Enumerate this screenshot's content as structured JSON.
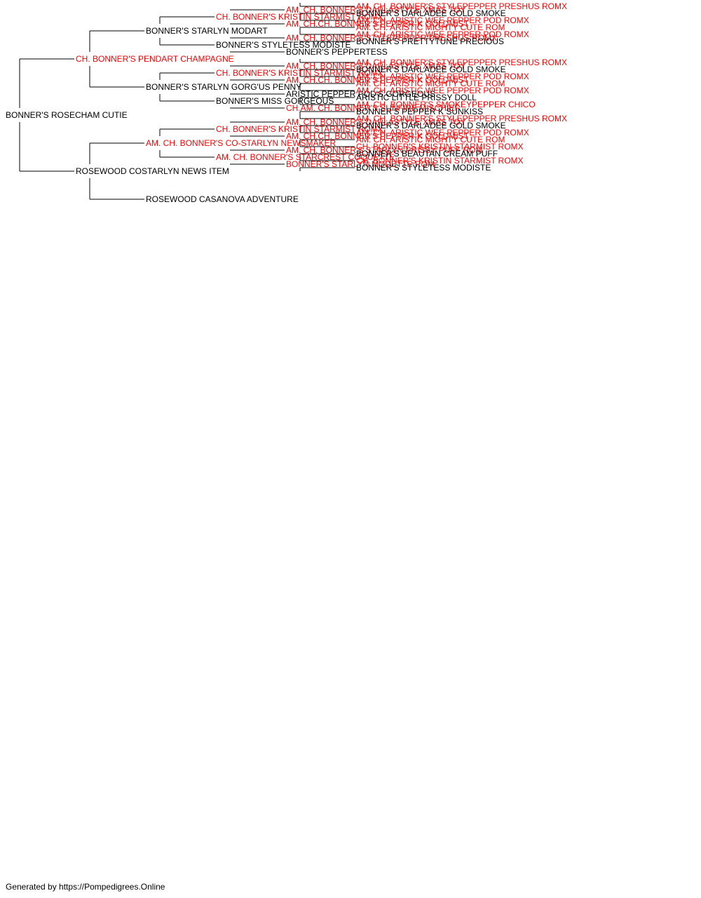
{
  "colors": {
    "champion": "#ff0000",
    "normal": "#000000",
    "line": "#000000"
  },
  "pedigree": {
    "name": "BONNER'S ROSECHAM CUTIE",
    "champion": false,
    "sire": {
      "name": "CH. BONNER'S PENDART CHAMPAGNE",
      "champion": true,
      "sire": {
        "name": "BONNER'S STARLYN MODART",
        "champion": false,
        "sire": {
          "name": "CH. BONNER'S KRISTIN STARMIST ROMX",
          "champion": true,
          "sire": {
            "name": "AM. CH. BONNER'S DARLASTYLE XMAS TOY",
            "champion": true,
            "sire": {
              "name": "AM. CH. BONNER'S STYLEPEPPER PRESHUS ROMX",
              "champion": true
            },
            "dam": {
              "name": "BONNER'S DARLADEE GOLD SMOKE",
              "champion": false
            }
          },
          "dam": {
            "name": "AM. CH.CH. BONNER'S PEPPER-K GOLDMIST",
            "champion": true,
            "sire": {
              "name": "AM. CH. ARISTIC WEE PEPPER POD ROMX",
              "champion": true
            },
            "dam": {
              "name": "AM. CH. ARISTIC MIGHTY CUTE ROM",
              "champion": true
            }
          }
        },
        "dam": {
          "name": "BONNER'S STYLETESS MODISTE",
          "champion": false,
          "sire": {
            "name": "AM. CH. BONNER'S STYLEPEPPER PRESHUS ROMX",
            "champion": true,
            "sire": {
              "name": "AM. CH. ARISTIC WEE PEPPER POD ROMX",
              "champion": true
            },
            "dam": {
              "name": "BONNER'S PRETTYTUNE PRECIOUS",
              "champion": false
            }
          },
          "dam": {
            "name": "BONNER'S PEPPERTESS",
            "champion": false
          }
        }
      },
      "dam": {
        "name": "BONNER'S STARLYN GORG'US PENNY",
        "champion": false,
        "sire": {
          "name": "CH. BONNER'S KRISTIN STARMIST ROMX",
          "champion": true,
          "sire": {
            "name": "AM. CH. BONNER'S DARLASTYLE XMAS TOY",
            "champion": true,
            "sire": {
              "name": "AM. CH. BONNER'S STYLEPEPPER PRESHUS ROMX",
              "champion": true
            },
            "dam": {
              "name": "BONNER'S DARLADEE GOLD SMOKE",
              "champion": false
            }
          },
          "dam": {
            "name": "AM. CH.CH. BONNER'S PEPPER-K GOLDMIST",
            "champion": true,
            "sire": {
              "name": "AM. CH. ARISTIC WEE PEPPER POD ROMX",
              "champion": true
            },
            "dam": {
              "name": "AM. CH. ARISTIC MIGHTY CUTE ROM",
              "champion": true
            }
          }
        },
        "dam": {
          "name": "BONNER'S MISS GORGEOUS",
          "champion": false,
          "sire": {
            "name": "ARISTIC PEPPER POD'S GORGEOUS",
            "champion": false,
            "sire": {
              "name": "AM. CH. ARISTIC WEE PEPPER POD ROMX",
              "champion": true
            },
            "dam": {
              "name": "ARISTIC LITTLE PRISSY DOLL",
              "champion": false
            }
          },
          "dam": {
            "name": "CH.AM. CH. BONNER'S SUNFIRE MISCHIEF",
            "champion": true,
            "sire": {
              "name": "AM. CH. BONNER'S SMOKEYPEPPER CHICO",
              "champion": true
            },
            "dam": {
              "name": "BONNER'S PEPPER K SUNKISS",
              "champion": false
            }
          }
        }
      }
    },
    "dam": {
      "name": "ROSEWOOD COSTARLYN NEWS ITEM",
      "champion": false,
      "sire": {
        "name": "AM. CH. BONNER'S CO-STARLYN NEWSMAKER",
        "champion": true,
        "sire": {
          "name": "CH. BONNER'S KRISTIN STARMIST ROMX",
          "champion": true,
          "sire": {
            "name": "AM. CH. BONNER'S DARLASTYLE XMAS TOY",
            "champion": true,
            "sire": {
              "name": "AM. CH. BONNER'S STYLEPEPPER PRESHUS ROMX",
              "champion": true
            },
            "dam": {
              "name": "BONNER'S DARLADEE GOLD SMOKE",
              "champion": false
            }
          },
          "dam": {
            "name": "AM. CH.CH. BONNER'S PEPPER-K GOLDMIST",
            "champion": true,
            "sire": {
              "name": "AM. CH. ARISTIC WEE PEPPER POD ROMX",
              "champion": true
            },
            "dam": {
              "name": "AM. CH. ARISTIC MIGHTY CUTE ROM",
              "champion": true
            }
          }
        },
        "dam": {
          "name": "AM. CH. BONNER'S STARCREST COQUETTE",
          "champion": true,
          "sire": {
            "name": "AM. CH. BONNER'S STARLYN PRISSY PUFF ROM",
            "champion": true,
            "sire": {
              "name": "CH. BONNER'S KRISTIN STARMIST ROMX",
              "champion": true
            },
            "dam": {
              "name": "BONNER'S BEAUTAN CREAM PUFF",
              "champion": false
            }
          },
          "dam": {
            "name": "BONNER'S STARLYN MODETTE ROM",
            "champion": true,
            "sire": {
              "name": "CH. BONNER'S KRISTIN STARMIST ROMX",
              "champion": true
            },
            "dam": {
              "name": "BONNER'S STYLETESS MODISTE",
              "champion": false
            }
          }
        }
      },
      "dam": {
        "name": "ROSEWOOD CASANOVA ADVENTURE",
        "champion": false
      }
    }
  },
  "footer": "Generated by https://Pompedigrees.Online"
}
